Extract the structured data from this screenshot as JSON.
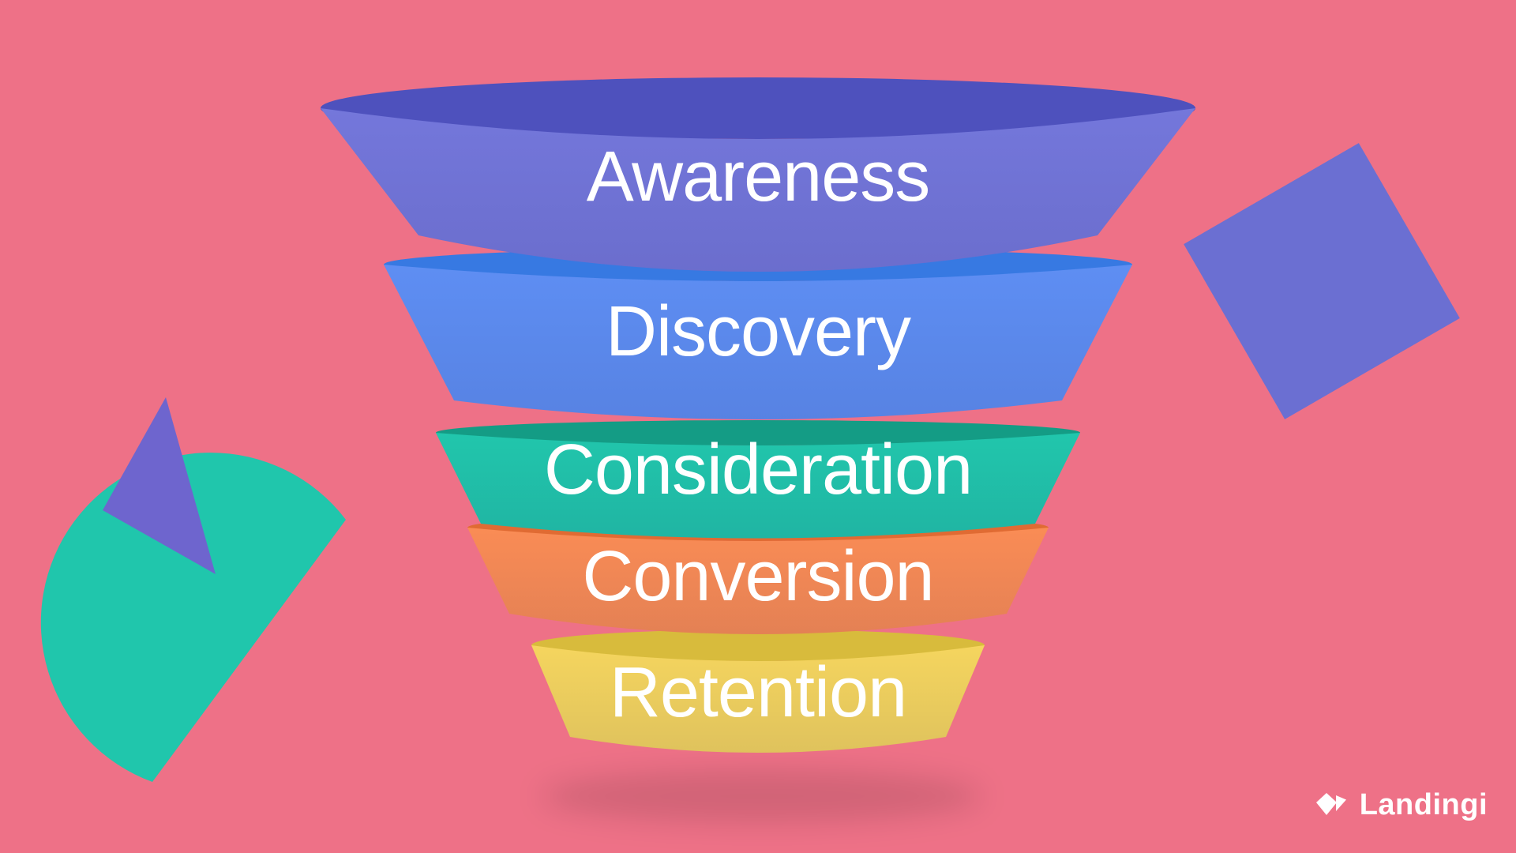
{
  "canvas": {
    "background": "#ee7187"
  },
  "funnel": {
    "label_color": "#ffffff",
    "stages": [
      {
        "label": "Awareness",
        "front": "#7477db",
        "lip": "#4e51bd"
      },
      {
        "label": "Discovery",
        "front": "#5e8ef3",
        "lip": "#3779e2"
      },
      {
        "label": "Consideration",
        "front": "#21c6ac",
        "lip": "#149c85"
      },
      {
        "label": "Conversion",
        "front": "#fa8c55",
        "lip": "#e06b33"
      },
      {
        "label": "Retention",
        "front": "#f5d55e",
        "lip": "#d8bb3c"
      }
    ]
  },
  "decor": {
    "square_color": "#6b6fd2",
    "triangle_color": "#6e65ce",
    "sector_color": "#20c6ac"
  },
  "logo": {
    "text": "Landingi",
    "color": "#ffffff",
    "icon": "landingi-heart-mark"
  }
}
